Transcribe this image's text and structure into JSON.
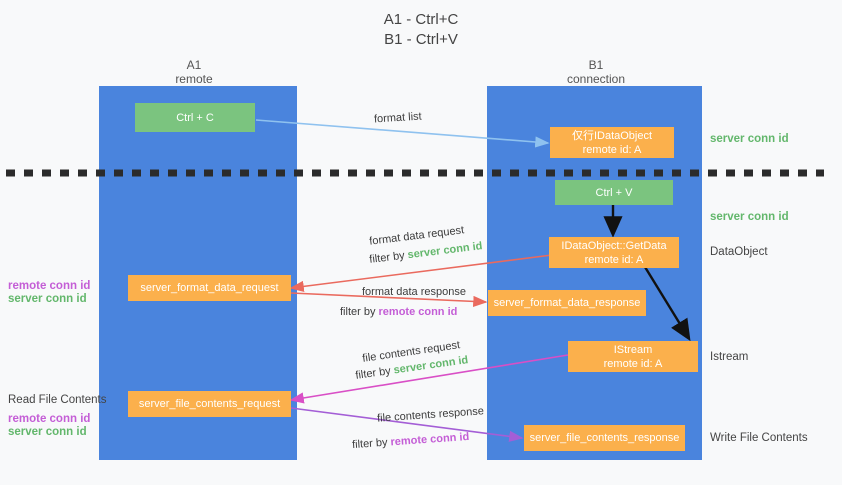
{
  "title": {
    "line1": "A1 - Ctrl+C",
    "line2": "B1 - Ctrl+V"
  },
  "columns": [
    {
      "name": "A1",
      "sub": "remote"
    },
    {
      "name": "B1",
      "sub": "connection"
    }
  ],
  "boxes": {
    "ctrl_c": {
      "label": "Ctrl + C"
    },
    "ctrl_v": {
      "label": "Ctrl + V"
    },
    "idataobject_remote": {
      "line1": "仅行IDataObject",
      "line2": "remote id: A"
    },
    "idataobject_getdata": {
      "line1": "IDataObject::GetData",
      "line2": "remote id: A"
    },
    "istream": {
      "line1": "IStream",
      "line2": "remote id: A"
    },
    "server_format_data_request": {
      "label": "server_format_data_request"
    },
    "server_format_data_response": {
      "label": "server_format_data_response"
    },
    "server_file_contents_request": {
      "label": "server_file_contents_request"
    },
    "server_file_contents_response": {
      "label": "server_file_contents_response"
    }
  },
  "left_labels": {
    "format_remote": "remote conn id",
    "format_server": "server conn id",
    "read_file_contents": "Read File Contents",
    "file_remote": "remote conn id",
    "file_server": "server conn id"
  },
  "right_labels": {
    "server_conn_id_top": "server conn id",
    "server_conn_id_mid": "server conn id",
    "dataobject": "DataObject",
    "istream": "Istream",
    "write_file_contents": "Write File Contents"
  },
  "mid_labels": {
    "format_list": "format list",
    "format_data_request": "format data request",
    "format_data_request_filter_prefix": "filter by ",
    "format_data_request_filter_value": "server conn id",
    "format_data_response": "format data response",
    "format_data_response_filter_prefix": "filter by ",
    "format_data_response_filter_value": "remote conn id",
    "file_contents_request": "file contents request",
    "file_contents_request_filter_prefix": "filter by ",
    "file_contents_request_filter_value": "server conn id",
    "file_contents_response": "file contents response",
    "file_contents_response_filter_prefix": "filter by ",
    "file_contents_response_filter_value": "remote conn id"
  },
  "colors": {
    "lane": "#4a84dd",
    "green_box": "#7bc47f",
    "orange_box": "#fbb04c",
    "server_conn_id": "#63b76c",
    "remote_conn_id": "#c45ed6",
    "arrow_light_blue": "#8fc2ef",
    "arrow_red": "#ea6a5e",
    "arrow_magenta": "#d94fc6",
    "arrow_purple": "#a45ed6",
    "arrow_black": "#111111",
    "divider": "#2b2b2b",
    "background": "#f8f9fa"
  }
}
